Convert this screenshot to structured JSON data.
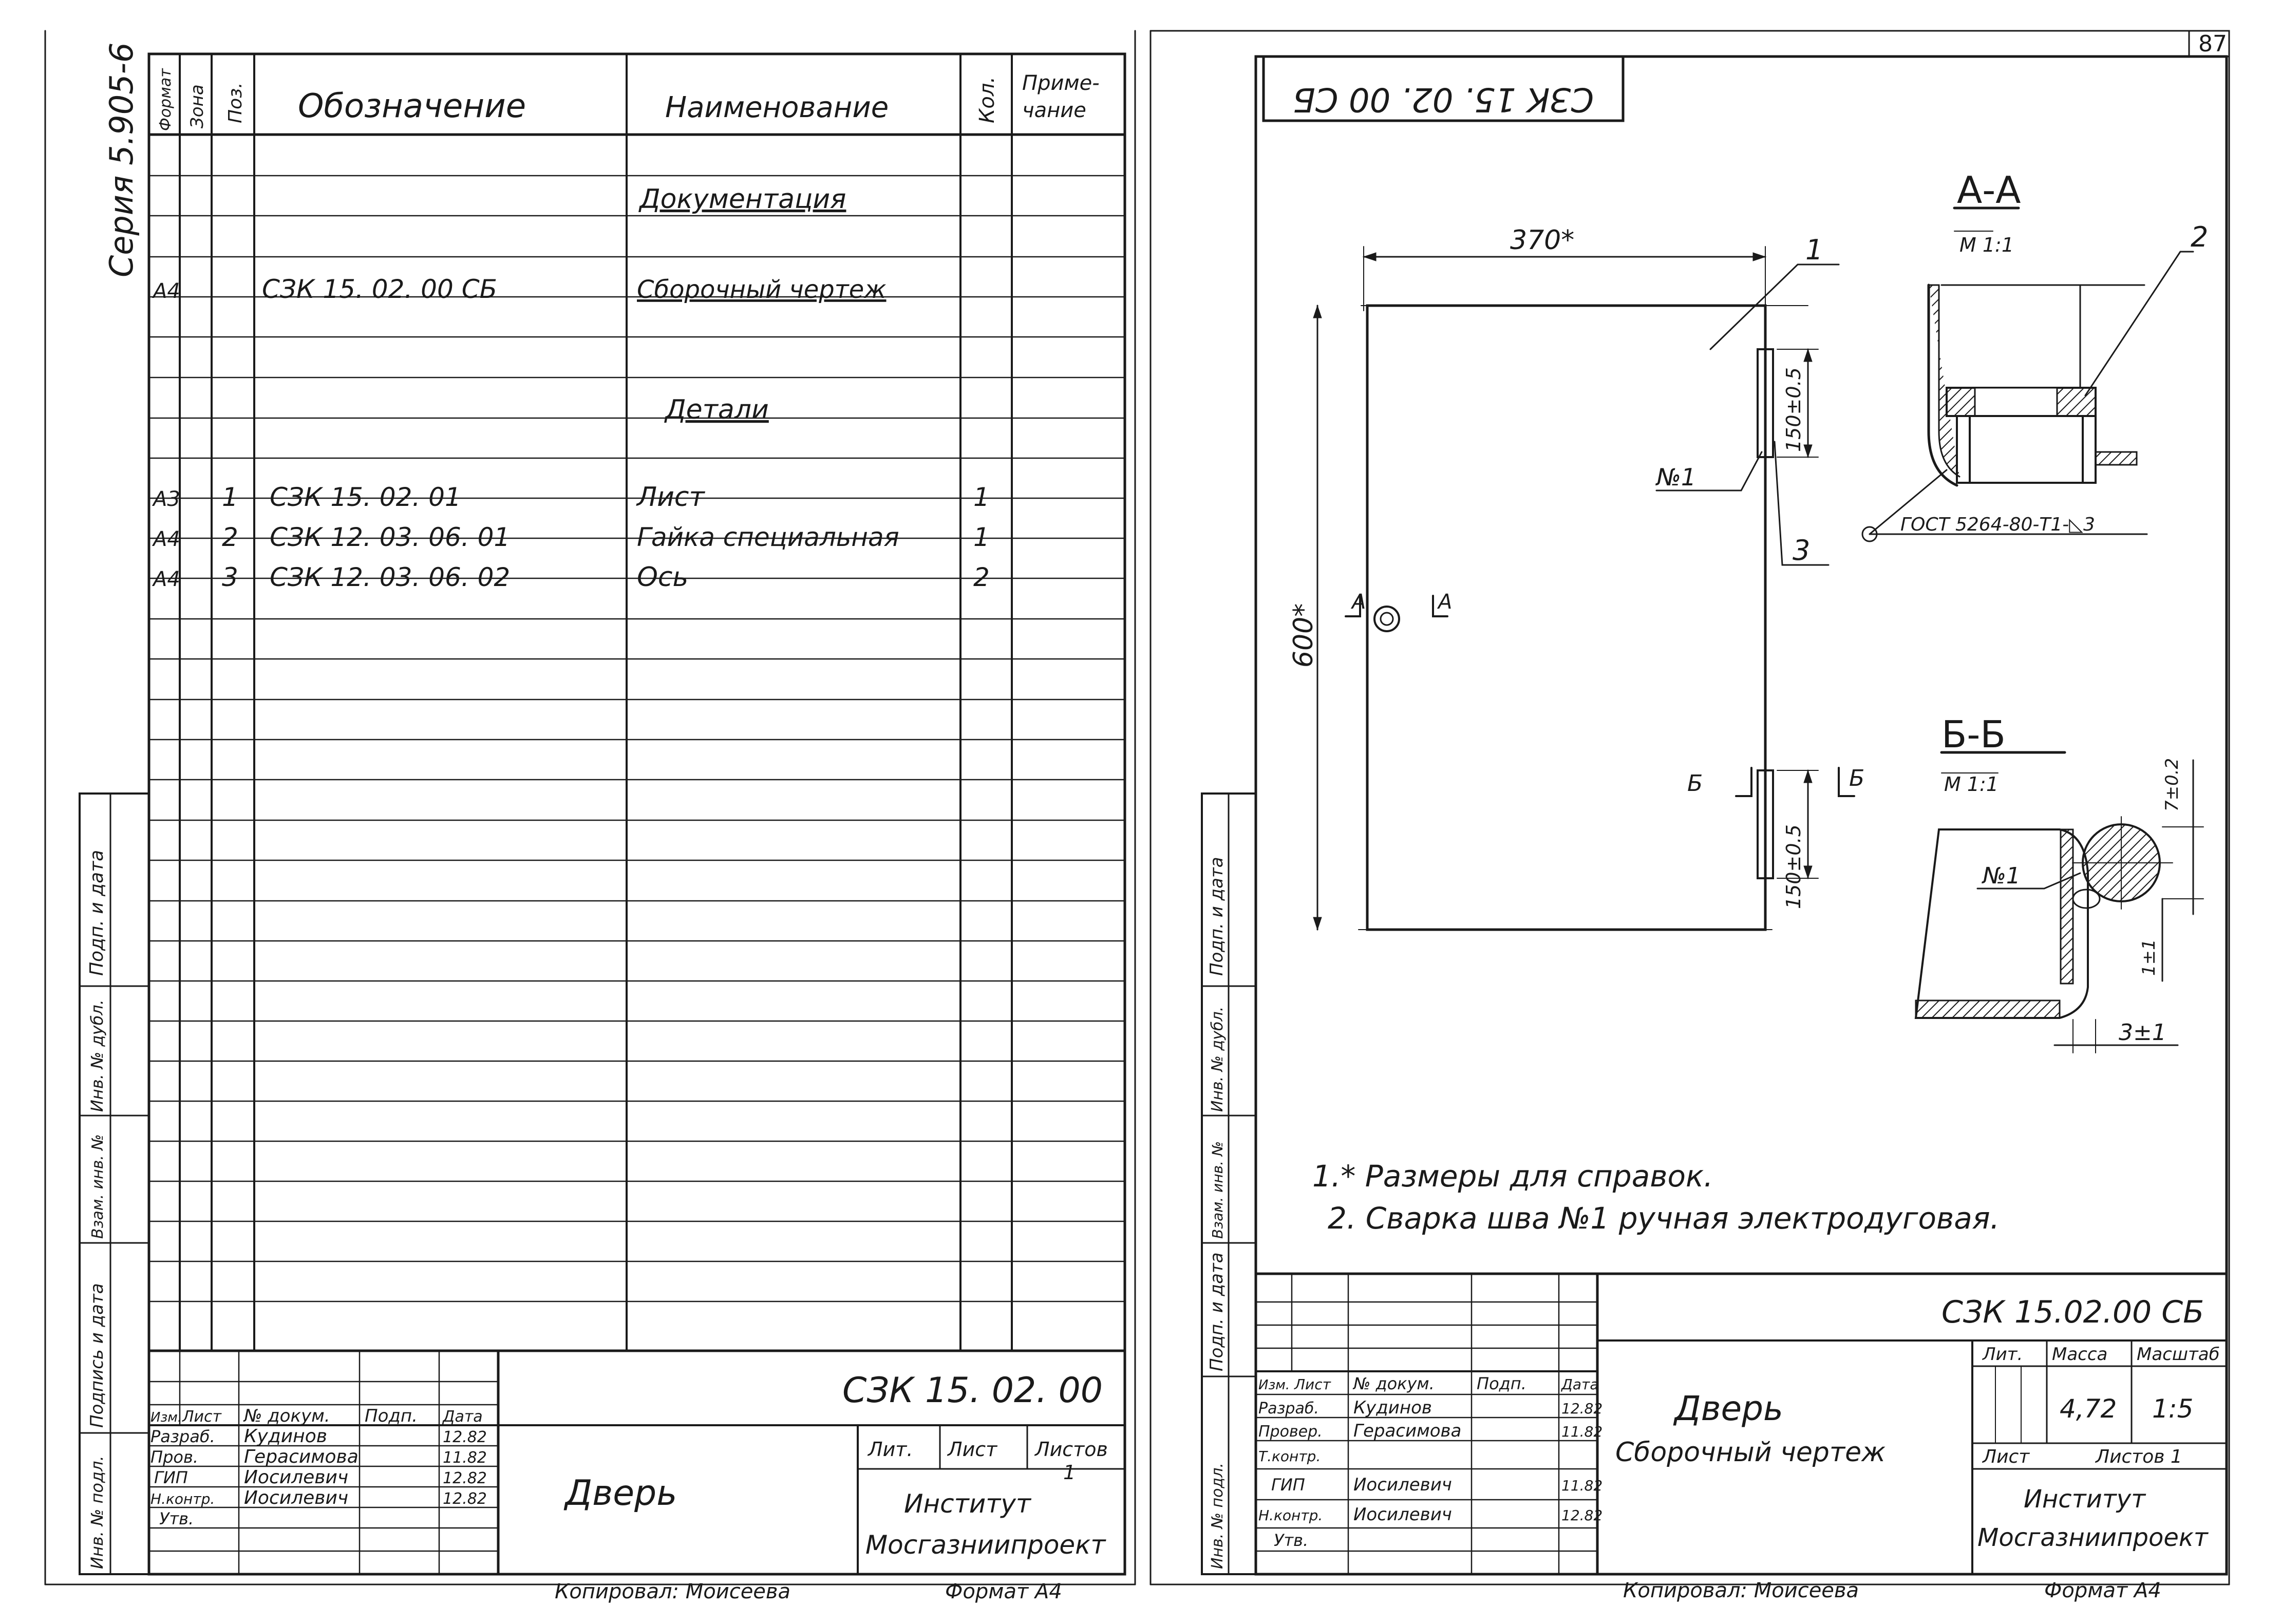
{
  "page_number": "87",
  "left_sheet": {
    "series": "Серия 5.905-6",
    "spec_headers": {
      "format": "Формат",
      "zone": "Зона",
      "pos": "Поз.",
      "designation": "Обозначение",
      "name": "Наименование",
      "qty": "Кол.",
      "note_line1": "Приме-",
      "note_line2": "чание"
    },
    "section_docs": "Документация",
    "doc_row": {
      "format": "А4",
      "designation": "СЗК 15. 02. 00 СБ",
      "name": "Сборочный чертеж"
    },
    "section_parts": "Детали",
    "parts": [
      {
        "format": "А3",
        "pos": "1",
        "designation": "СЗК 15. 02. 01",
        "name": "Лист",
        "qty": "1"
      },
      {
        "format": "А4",
        "pos": "2",
        "designation": "СЗК 12. 03. 06. 01",
        "name": "Гайка специальная",
        "qty": "1"
      },
      {
        "format": "А4",
        "pos": "3",
        "designation": "СЗК 12. 03. 06. 02",
        "name": "Ось",
        "qty": "2"
      }
    ],
    "side_labels": [
      "Подп. и дата",
      "Инв. № дубл.",
      "Взам. инв. №",
      "Подпись и дата",
      "Инв. № подл."
    ],
    "title_block": {
      "code": "СЗК 15. 02. 00",
      "title": "Дверь",
      "headers": [
        "Изм.",
        "Лист",
        "№ докум.",
        "Подп.",
        "Дата"
      ],
      "rows": [
        {
          "role": "Разраб.",
          "name": "Кудинов",
          "date": "12.82"
        },
        {
          "role": "Пров.",
          "name": "Герасимова",
          "date": "11.82"
        },
        {
          "role": "ГИП",
          "name": "Иосилевич",
          "date": "12.82"
        },
        {
          "role": "Н.контр.",
          "name": "Иосилевич",
          "date": "12.82"
        },
        {
          "role": "Утв.",
          "name": "",
          "date": ""
        }
      ],
      "lit": "Лит.",
      "sheet": "Лист",
      "sheets": "Листов",
      "sheets_value": "1",
      "org1": "Институт",
      "org2": "Мосгазниипроект"
    },
    "copied": "Копировал: Моисеева",
    "format": "Формат А4"
  },
  "right_sheet": {
    "stamp_inverted": "СЗК 15. 02. 00 СБ",
    "dims": {
      "width": "370*",
      "height": "600*",
      "hinge_top": "150±0.5",
      "hinge_bottom": "150±0.5",
      "d1": "7±0.2",
      "d2": "1±1",
      "d3": "3±1"
    },
    "leaders": [
      "1",
      "2",
      "3",
      "№1"
    ],
    "section_aa": {
      "title": "А-А",
      "scale": "М 1:1",
      "weld": "ГОСТ 5264-80-Т1-◺3"
    },
    "section_bb": {
      "title": "Б-Б",
      "scale": "М 1:1"
    },
    "cut_a": "А",
    "cut_b": "Б",
    "notes": [
      "1.* Размеры для справок.",
      "2. Сварка шва №1 ручная электродуговая."
    ],
    "side_labels": [
      "Подп. и дата",
      "Инв. № дубл.",
      "Взам. инв. №",
      "Подп. и дата",
      "Инв. № подл."
    ],
    "title_block": {
      "code": "СЗК 15.02.00 СБ",
      "title": "Дверь",
      "subtitle": "Сборочный чертеж",
      "headers": [
        "Изм.",
        "Лист",
        "№ докум.",
        "Подп.",
        "Дата"
      ],
      "rows": [
        {
          "role": "Разраб.",
          "name": "Кудинов",
          "date": "12.82"
        },
        {
          "role": "Провер.",
          "name": "Герасимова",
          "date": "11.82"
        },
        {
          "role": "Т.контр.",
          "name": "",
          "date": ""
        },
        {
          "role": "ГИП",
          "name": "Иосилевич",
          "date": "11.82"
        },
        {
          "role": "Н.контр.",
          "name": "Иосилевич",
          "date": "12.82"
        },
        {
          "role": "Утв.",
          "name": "",
          "date": ""
        }
      ],
      "lit": "Лит.",
      "mass": "Масса",
      "scale": "Масштаб",
      "mass_value": "4,72",
      "scale_value": "1:5",
      "sheet": "Лист",
      "sheets": "Листов 1",
      "org1": "Институт",
      "org2": "Мосгазниипроект"
    },
    "copied": "Копировал: Моисеева",
    "format": "Формат А4"
  }
}
